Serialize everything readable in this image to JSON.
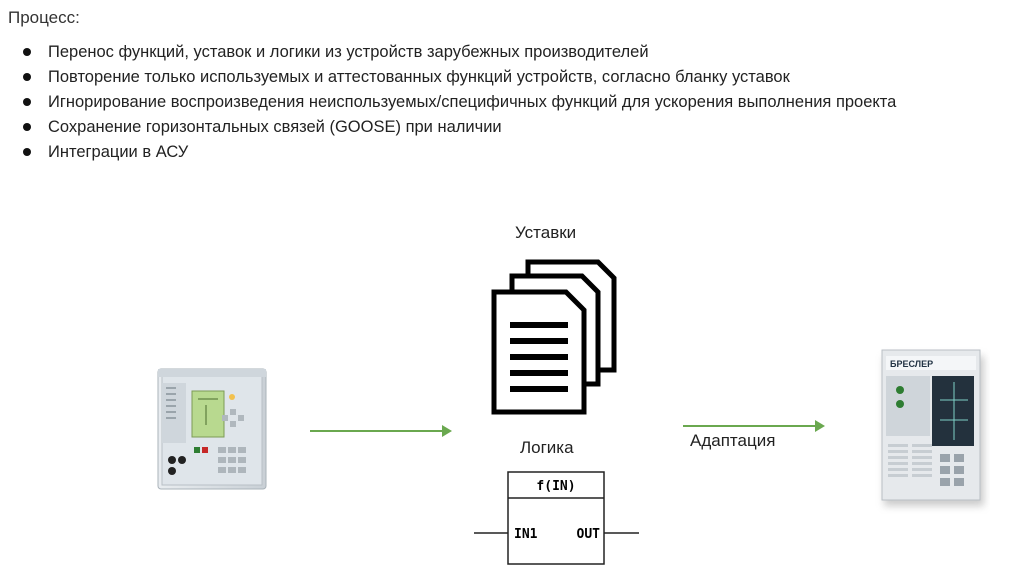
{
  "heading": "Процесс:",
  "bullets": [
    "Перенос функций, уставок и логики из устройств зарубежных производителей",
    "Повторение только используемых и аттестованных функций устройств, согласно бланку уставок",
    "Игнорирование воспроизведения неиспользуемых/специфичных функций для ускорения выполнения проекта",
    "Сохранение горизонтальных связей (GOOSE) при наличии",
    "Интеграции в АСУ"
  ],
  "diagram": {
    "settings_label": "Уставки",
    "logic_label": "Логика",
    "adaptation_label": "Адаптация",
    "function_block": {
      "title": "f(IN)",
      "input": "IN1",
      "output": "OUT"
    },
    "target_device_brand": "БРЕСЛЕР"
  },
  "colors": {
    "arrow": "#6aa84f"
  }
}
